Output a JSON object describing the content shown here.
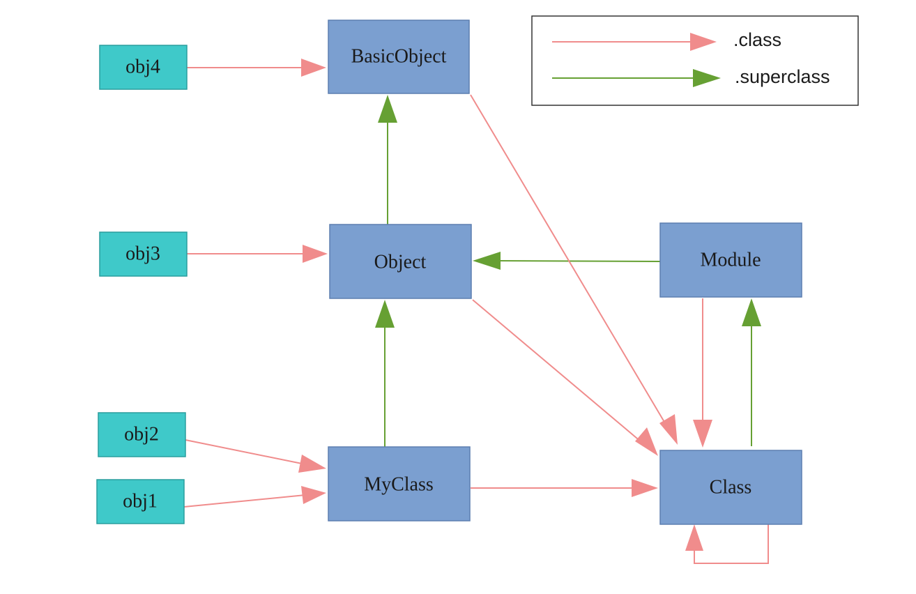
{
  "colors": {
    "class_edge": "#f08c8c",
    "superclass_edge": "#66a033",
    "class_node_fill": "#7b9fd0",
    "object_node_fill": "#3fc9c9"
  },
  "legend": {
    "class_label": ".class",
    "superclass_label": ".superclass"
  },
  "nodes": {
    "basicobject": "BasicObject",
    "object": "Object",
    "module": "Module",
    "myclass": "MyClass",
    "class": "Class",
    "obj1": "obj1",
    "obj2": "obj2",
    "obj3": "obj3",
    "obj4": "obj4"
  },
  "edges": [
    {
      "from": "obj4",
      "to": "basicobject",
      "kind": "class"
    },
    {
      "from": "obj3",
      "to": "object",
      "kind": "class"
    },
    {
      "from": "obj2",
      "to": "myclass",
      "kind": "class"
    },
    {
      "from": "obj1",
      "to": "myclass",
      "kind": "class"
    },
    {
      "from": "object",
      "to": "basicobject",
      "kind": "superclass"
    },
    {
      "from": "myclass",
      "to": "object",
      "kind": "superclass"
    },
    {
      "from": "module",
      "to": "object",
      "kind": "superclass"
    },
    {
      "from": "class",
      "to": "module",
      "kind": "superclass"
    },
    {
      "from": "basicobject",
      "to": "class",
      "kind": "class"
    },
    {
      "from": "object",
      "to": "class",
      "kind": "class"
    },
    {
      "from": "module",
      "to": "class",
      "kind": "class"
    },
    {
      "from": "myclass",
      "to": "class",
      "kind": "class"
    },
    {
      "from": "class",
      "to": "class",
      "kind": "class"
    }
  ]
}
